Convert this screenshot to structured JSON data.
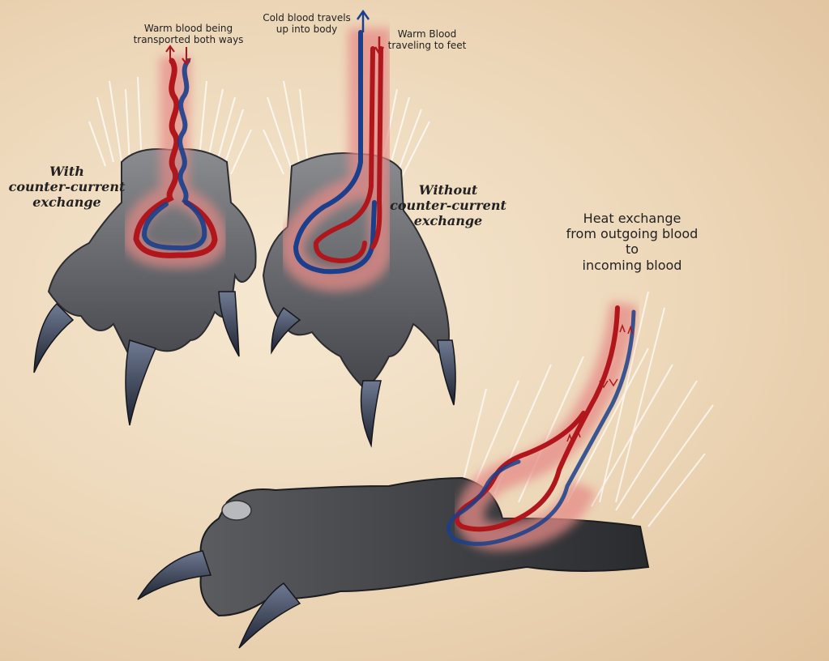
{
  "diagram": {
    "labels": {
      "with_exchange_1": "With",
      "with_exchange_2": "counter-current",
      "with_exchange_3": "exchange",
      "without_exchange_1": "Without",
      "without_exchange_2": "counter-current",
      "without_exchange_3": "exchange",
      "warm_both_1": "Warm blood being",
      "warm_both_2": "transported both ways",
      "cold_up_1": "Cold blood travels",
      "cold_up_2": "up into body",
      "warm_feet_1": "Warm Blood",
      "warm_feet_2": "traveling to feet",
      "heat_exchange_1": "Heat exchange",
      "heat_exchange_2": "from outgoing blood",
      "heat_exchange_3": "to",
      "heat_exchange_4": "incoming blood"
    },
    "colors": {
      "warm_blood": "#b0161b",
      "cold_blood": "#1a3f8c",
      "glow": "#e07a7a",
      "foot": "#5f6166",
      "claw": "#3b4255",
      "fur": "#ffffff",
      "background": "#f3e3c8"
    }
  }
}
